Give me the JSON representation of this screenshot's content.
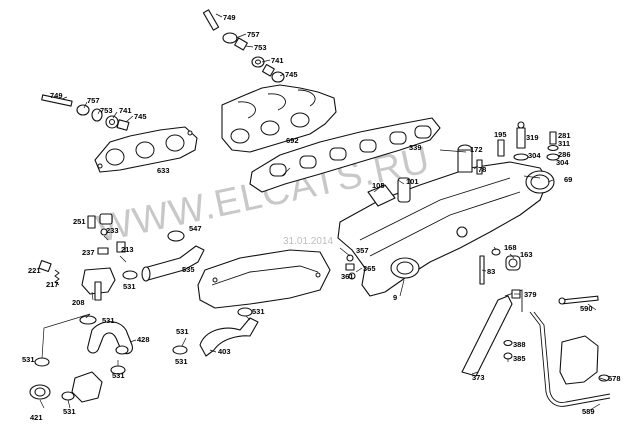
{
  "watermark": {
    "site": "WWW.ELCATS.RU",
    "date": "31.01.2014"
  },
  "callouts": [
    {
      "id": "749a",
      "text": "749"
    },
    {
      "id": "757a",
      "text": "757"
    },
    {
      "id": "753a",
      "text": "753"
    },
    {
      "id": "741a",
      "text": "741"
    },
    {
      "id": "745a",
      "text": "745"
    },
    {
      "id": "692",
      "text": "692"
    },
    {
      "id": "749b",
      "text": "749"
    },
    {
      "id": "757b",
      "text": "757"
    },
    {
      "id": "753b",
      "text": "753"
    },
    {
      "id": "741b",
      "text": "741"
    },
    {
      "id": "745b",
      "text": "745"
    },
    {
      "id": "633",
      "text": "633"
    },
    {
      "id": "339",
      "text": "339"
    },
    {
      "id": "172",
      "text": "172"
    },
    {
      "id": "195",
      "text": "195"
    },
    {
      "id": "319",
      "text": "319"
    },
    {
      "id": "281",
      "text": "281"
    },
    {
      "id": "311",
      "text": "311"
    },
    {
      "id": "304a",
      "text": "304"
    },
    {
      "id": "286",
      "text": "286"
    },
    {
      "id": "304b",
      "text": "304"
    },
    {
      "id": "78",
      "text": "78"
    },
    {
      "id": "69",
      "text": "69"
    },
    {
      "id": "101",
      "text": "101"
    },
    {
      "id": "105",
      "text": "105"
    },
    {
      "id": "251",
      "text": "251"
    },
    {
      "id": "233",
      "text": "233"
    },
    {
      "id": "547",
      "text": "547"
    },
    {
      "id": "237",
      "text": "237"
    },
    {
      "id": "213",
      "text": "213"
    },
    {
      "id": "221",
      "text": "221"
    },
    {
      "id": "535",
      "text": "535"
    },
    {
      "id": "531a",
      "text": "531"
    },
    {
      "id": "217",
      "text": "217"
    },
    {
      "id": "357",
      "text": "357"
    },
    {
      "id": "365",
      "text": "365"
    },
    {
      "id": "361",
      "text": "361"
    },
    {
      "id": "168",
      "text": "168"
    },
    {
      "id": "163",
      "text": "163"
    },
    {
      "id": "83",
      "text": "83"
    },
    {
      "id": "9",
      "text": "9"
    },
    {
      "id": "208",
      "text": "208"
    },
    {
      "id": "531b",
      "text": "531"
    },
    {
      "id": "379",
      "text": "379"
    },
    {
      "id": "590",
      "text": "590"
    },
    {
      "id": "428",
      "text": "428"
    },
    {
      "id": "531c",
      "text": "531"
    },
    {
      "id": "403",
      "text": "403"
    },
    {
      "id": "531d",
      "text": "531"
    },
    {
      "id": "531e",
      "text": "531"
    },
    {
      "id": "531f",
      "text": "531"
    },
    {
      "id": "388",
      "text": "388"
    },
    {
      "id": "385",
      "text": "385"
    },
    {
      "id": "373",
      "text": "373"
    },
    {
      "id": "578",
      "text": "578"
    },
    {
      "id": "589",
      "text": "589"
    },
    {
      "id": "531g",
      "text": "531"
    },
    {
      "id": "421",
      "text": "421"
    },
    {
      "id": "531h",
      "text": "531"
    }
  ]
}
